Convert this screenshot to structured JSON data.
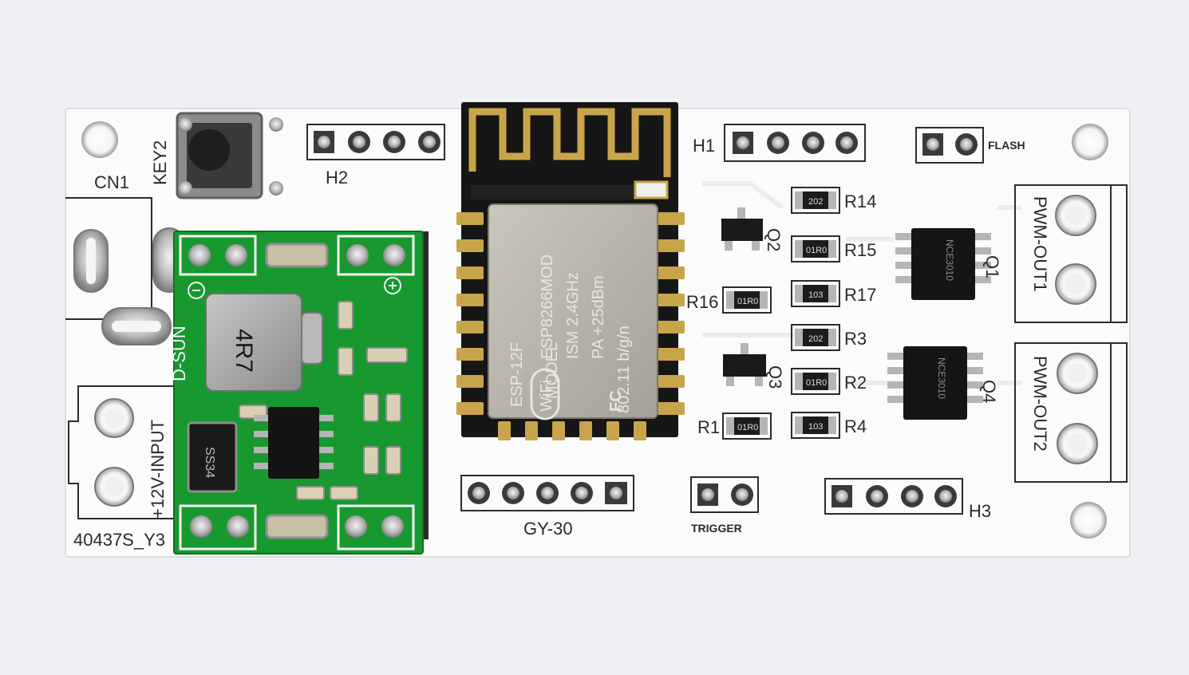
{
  "labels": {
    "cn1": "CN1",
    "key2": "KEY2",
    "h2": "H2",
    "h1": "H1",
    "flash": "FLASH",
    "h3": "H3",
    "gy30": "GY-30",
    "trigger": "TRIGGER",
    "pwm_out1": "PWM-OUT1",
    "pwm_out2": "PWM-OUT2",
    "input": "+12V-INPUT",
    "board_id": "40437S_Y3",
    "r14": "R14",
    "r15": "R15",
    "r17": "R17",
    "r3": "R3",
    "r2": "R2",
    "r4": "R4",
    "r1": "R1",
    "r16": "R16",
    "q1": "Q1",
    "q2": "Q2",
    "q3": "Q3",
    "q4": "Q4"
  },
  "module": {
    "name": "ESP-12F",
    "model_label": "MODEL",
    "model": "ESP8266MOD",
    "ism": "ISM  2.4GHz",
    "pa": "PA  +25dBm",
    "standard": "802.11 b/g/n",
    "wifi": "WiFi",
    "fc": "FC"
  },
  "regulator": {
    "brand": "D-SUN",
    "inductor": "4R7",
    "diode": "SS34"
  },
  "resistor_codes": {
    "r14": "202",
    "r15": "01R0",
    "r17": "103",
    "r3": "202",
    "r2": "01R0",
    "r4": "103",
    "r1": "01R0",
    "r16": "01R0"
  },
  "mosfets": {
    "q1": "NCE3010",
    "q4": "NCE3010"
  },
  "colors": {
    "background": "#eef0f4",
    "board": "#fbfbfb",
    "regulator_pcb": "#18992f",
    "module_pcb": "#161616",
    "shield": "#b7b3a8",
    "antenna": "#c8a54a",
    "silkscreen": "#2b2b2b"
  }
}
